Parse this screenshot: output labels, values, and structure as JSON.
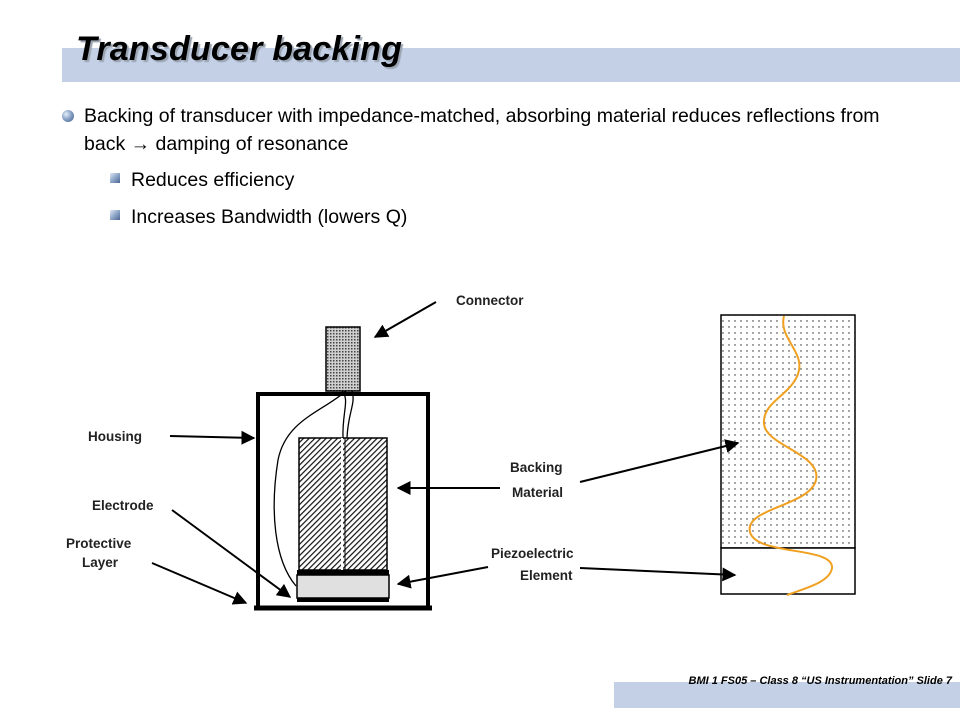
{
  "slide": {
    "title": "Transducer backing",
    "bullet": "Backing of transducer with impedance-matched, absorbing material reduces reflections from back → damping of resonance",
    "sub_bullets": [
      "Reduces efficiency",
      "Increases Bandwidth (lowers Q)"
    ],
    "footer": "BMI 1 FS05 – Class 8 “US Instrumentation”  Slide 7"
  },
  "diagram": {
    "labels": {
      "connector": "Connector",
      "housing": "Housing",
      "electrode": "Electrode",
      "protective_1": "Protective",
      "protective_2": "Layer",
      "backing_1": "Backing",
      "backing_2": "Material",
      "piezo_1": "Piezoelectric",
      "piezo_2": "Element"
    },
    "colors": {
      "wave": "#f0a020",
      "title_bar": "#c3d0e6"
    }
  }
}
